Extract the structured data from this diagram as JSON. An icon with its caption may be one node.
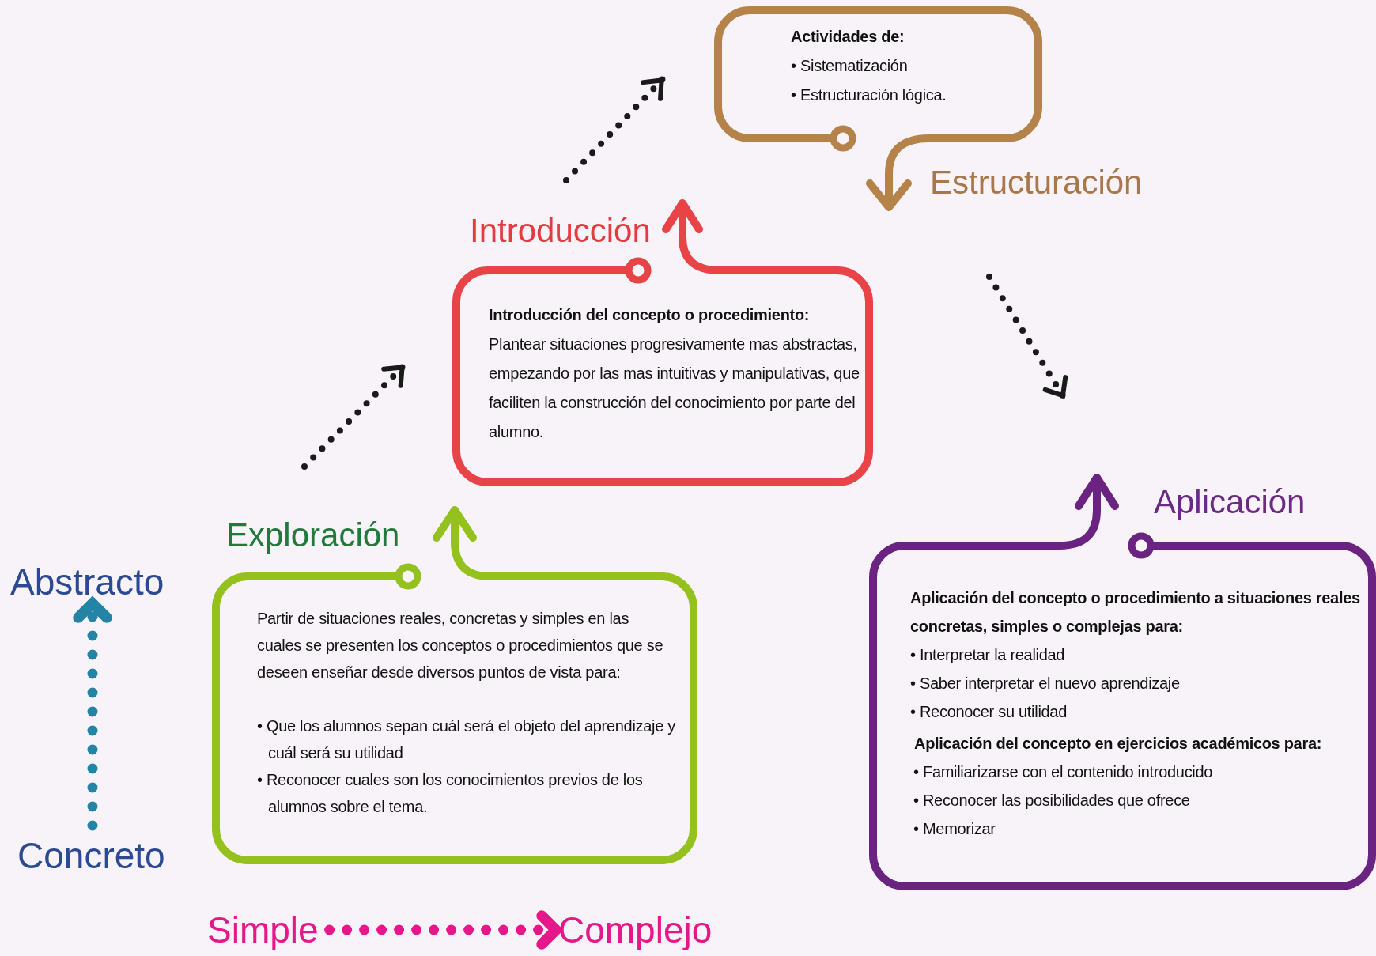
{
  "diagram": {
    "nodes": [
      {
        "text": [
          "Estructuración",
          "Actividades de:",
          "• Sistematización",
          "• Estructuración lógica."
        ]
      },
      {
        "text": [
          "Introducción",
          "Introducción del concepto o procedimiento:",
          "Plantear situaciones progresivamente mas abstractas, empezando por las mas intuitivas y manipulativas, que faciliten la construcción del conocimiento por parte del alumno."
        ]
      },
      {
        "text": [
          "Exploración",
          "Partir de situaciones reales, concretas y simples en las cuales se presenten los conceptos o procedimientos que se deseen enseñar desde diversos puntos de vista para:",
          "• Que los alumnos sepan cuál será el objeto del aprendizaje y cuál será su utilidad",
          "• Reconocer cuales son los conocimientos previos de los alumnos sobre el tema."
        ]
      },
      {
        "text": [
          "Aplicación",
          "Aplicación del concepto o procedimiento a situaciones reales concretas, simples o complejas para:",
          "• Interpretar la realidad",
          "• Saber interpretar el nuevo aprendizaje",
          "• Reconocer su utilidad",
          "Aplicación del concepto en ejercicios académicos para:",
          "• Familiarizarse con el contenido introducido",
          "• Reconocer las posibilidades que ofrece",
          "• Memorizar"
        ]
      },
      {
        "text": [
          "Abstracto"
        ]
      },
      {
        "text": [
          "Concreto"
        ]
      },
      {
        "text": [
          "Simple"
        ]
      },
      {
        "text": [
          "Complejo"
        ]
      }
    ],
    "edges": [
      {
        "from": 2,
        "to": 1,
        "arrow": "to",
        "style": "dashed"
      },
      {
        "from": 1,
        "to": 0,
        "arrow": "to",
        "style": "dashed"
      },
      {
        "from": 0,
        "to": 3,
        "arrow": "to",
        "style": "dashed"
      },
      {
        "from": 5,
        "to": 4,
        "arrow": "to",
        "style": "dashed",
        "color": "#2484a6"
      },
      {
        "from": 6,
        "to": 7,
        "arrow": "to",
        "style": "dashed",
        "color": "#e5178a"
      }
    ]
  }
}
